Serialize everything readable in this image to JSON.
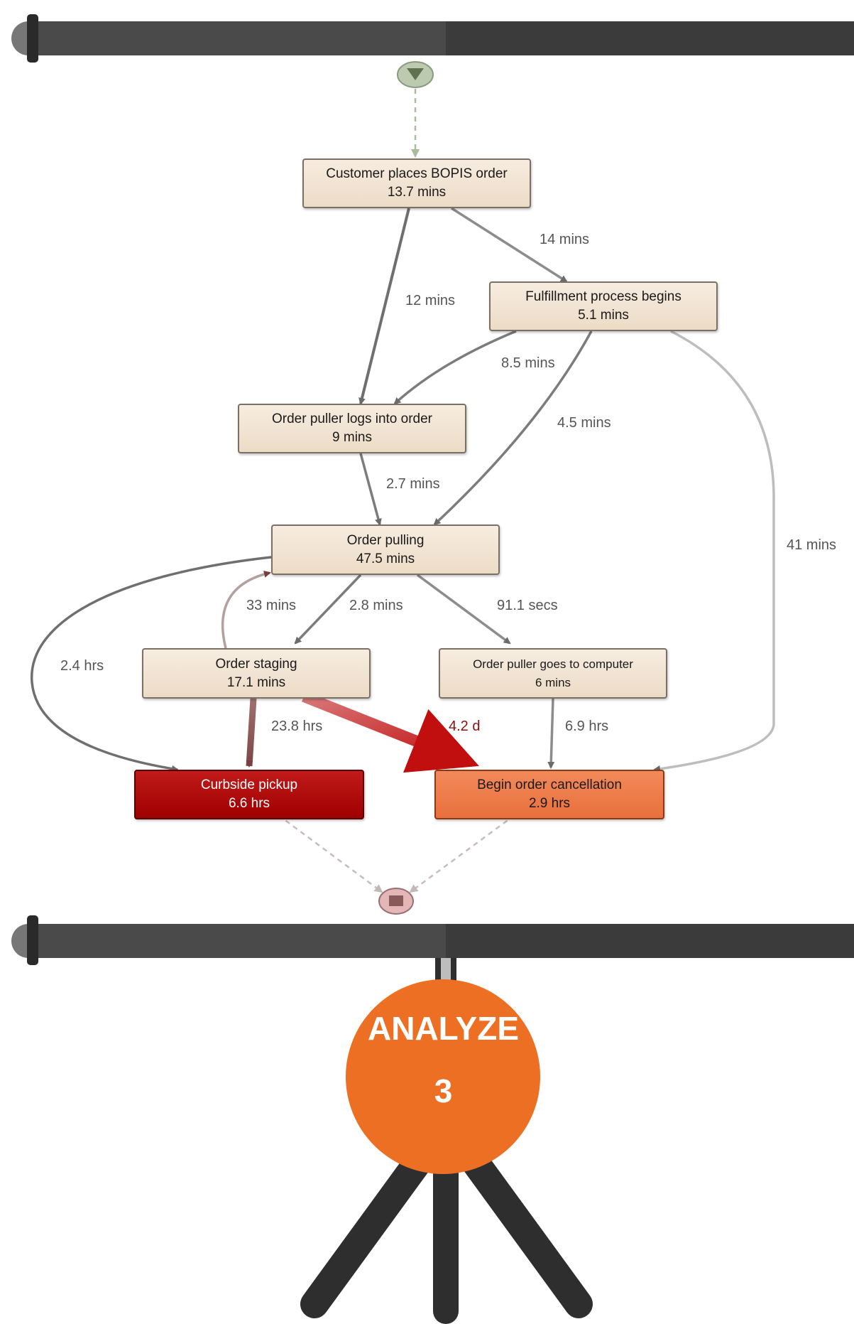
{
  "nodes": {
    "customer_places_order": {
      "label": "Customer places BOPIS order",
      "duration": "13.7 mins"
    },
    "fulfillment_begins": {
      "label": "Fulfillment process begins",
      "duration": "5.1 mins"
    },
    "puller_logs_in": {
      "label": "Order puller logs into order",
      "duration": "9 mins"
    },
    "order_pulling": {
      "label": "Order pulling",
      "duration": "47.5 mins"
    },
    "order_staging": {
      "label": "Order staging",
      "duration": "17.1 mins"
    },
    "puller_goes_to_computer": {
      "label": "Order puller goes to computer",
      "duration": "6 mins"
    },
    "curbside_pickup": {
      "label": "Curbside pickup",
      "duration": "6.6 hrs"
    },
    "begin_cancellation": {
      "label": "Begin order cancellation",
      "duration": "2.9 hrs"
    }
  },
  "edges": {
    "customer_to_fulfillment": "14 mins",
    "customer_to_puller_logs": "12 mins",
    "fulfillment_to_puller_logs": "8.5 mins",
    "fulfillment_to_pulling": "4.5 mins",
    "fulfillment_to_cancellation": "41 mins",
    "puller_logs_to_pulling": "2.7 mins",
    "staging_to_pulling": "33 mins",
    "pulling_to_staging": "2.8 mins",
    "pulling_to_computer": "91.1 secs",
    "pulling_to_curbside": "2.4 hrs",
    "staging_to_curbside": "23.8 hrs",
    "staging_to_cancellation": "4.2 d",
    "computer_to_cancellation": "6.9 hrs"
  },
  "badge": {
    "title": "ANALYZE",
    "step": "3"
  },
  "colors": {
    "accent": "#ec6f24",
    "frame": "#3f3f3f",
    "hot_node": "#a80000",
    "warm_node": "#ef7a47",
    "node": "#f1e3d1"
  }
}
